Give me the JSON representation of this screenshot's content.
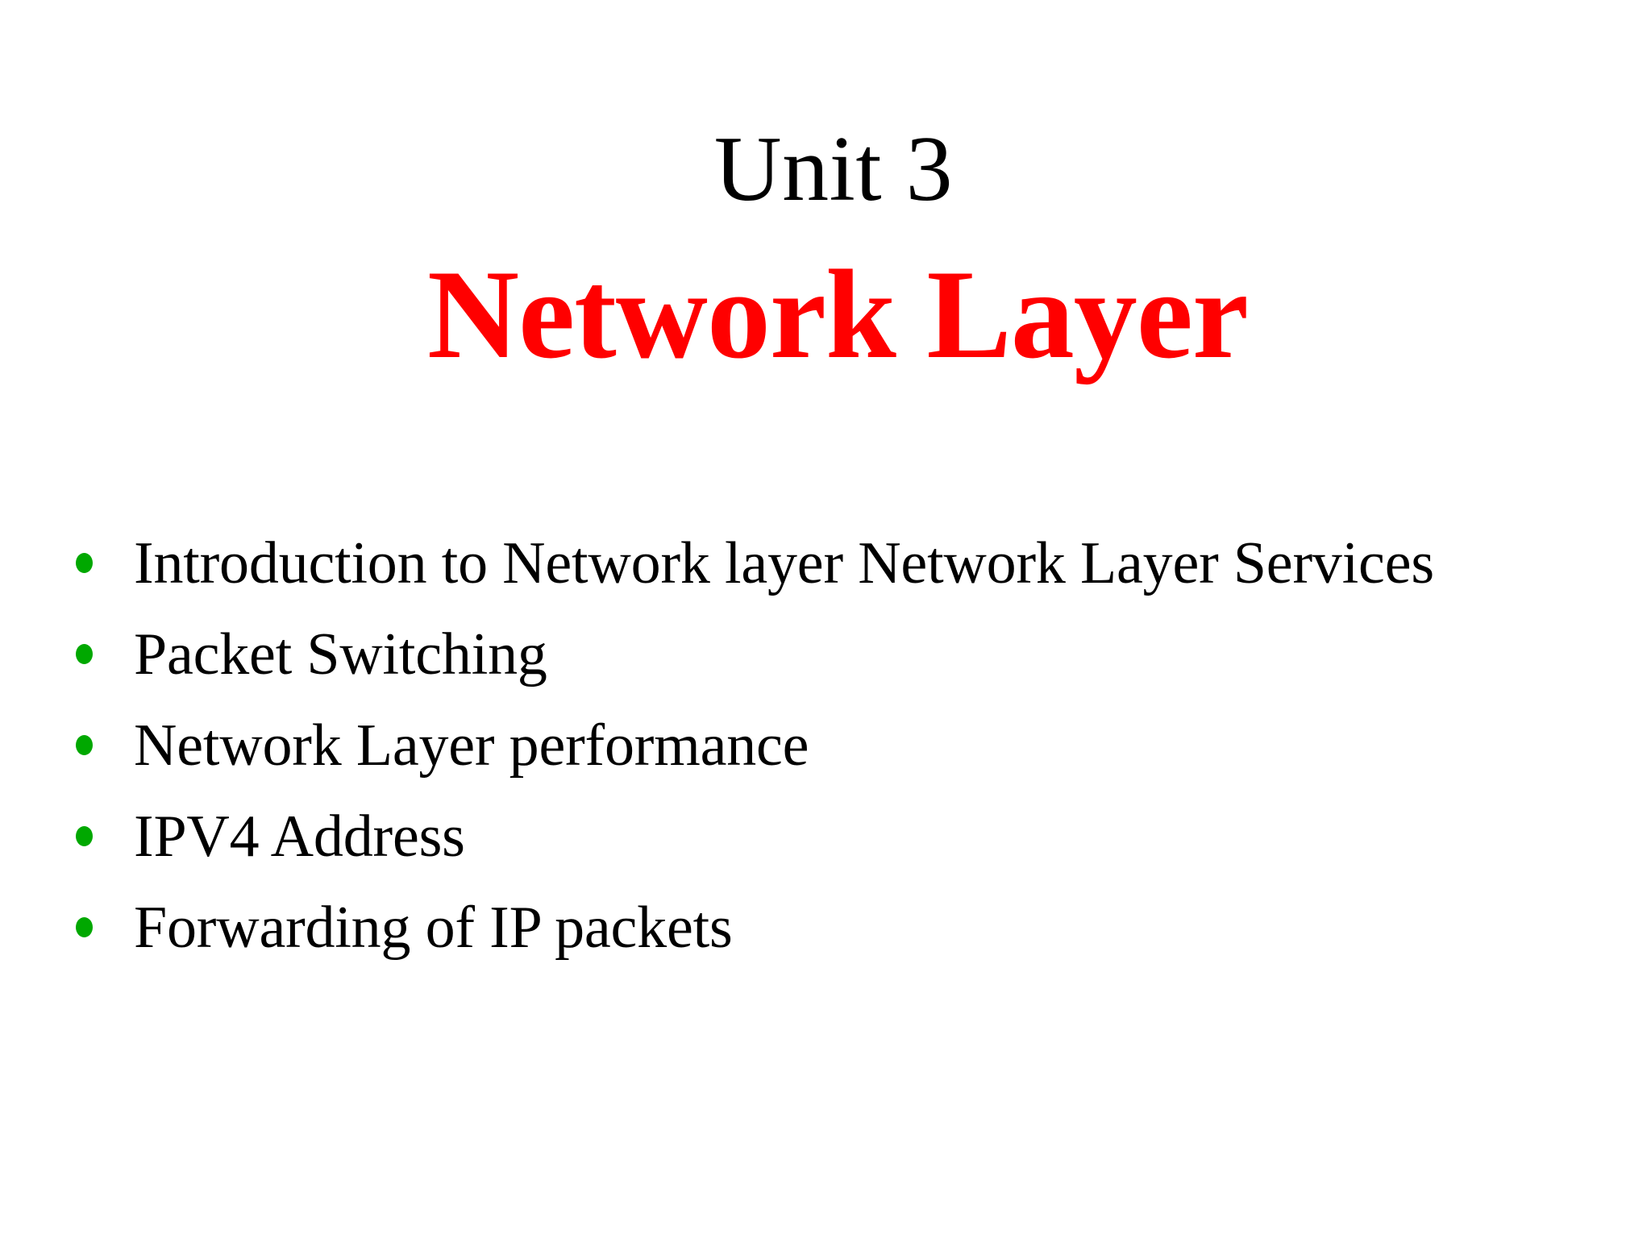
{
  "slide": {
    "background_color": "#FFFFFF",
    "title": {
      "unit_label": "Unit 3",
      "unit_color": "#000000",
      "heading": "Network Layer",
      "heading_color": "#FF0000"
    },
    "bullet_color": "#00A800",
    "text_color": "#000000",
    "bullets": [
      {
        "label": "Introduction to Network layer Network Layer Services"
      },
      {
        "label": "Packet Switching"
      },
      {
        "label": "Network Layer performance"
      },
      {
        "label": "IPV4 Address"
      },
      {
        "label": "Forwarding of IP packets"
      }
    ]
  }
}
